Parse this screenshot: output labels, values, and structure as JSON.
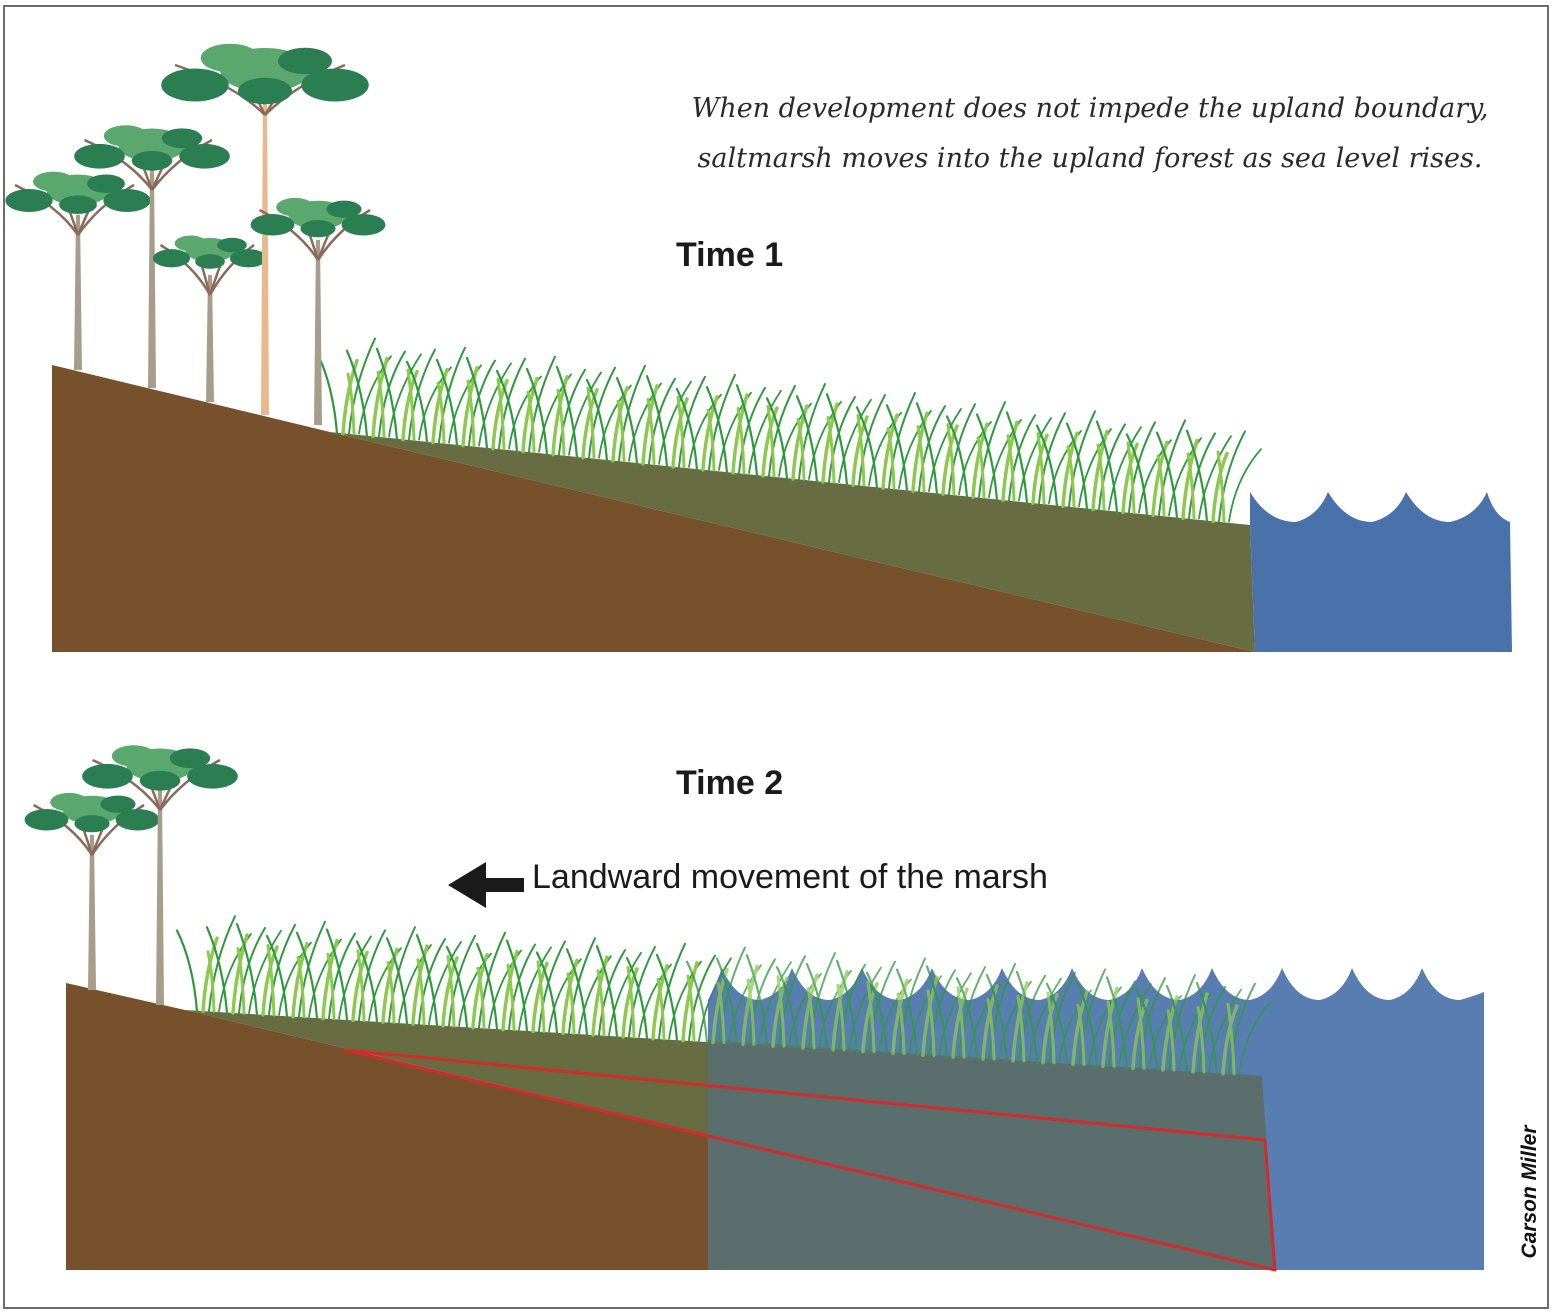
{
  "caption": {
    "line1": "When development does not impede the upland boundary,",
    "line2": "saltmarsh moves into the upland forest as sea level rises."
  },
  "panels": [
    {
      "title": "Time 1"
    },
    {
      "title": "Time 2",
      "annotation": "Landward movement of the marsh",
      "arrow_icon": "arrow-left-icon"
    }
  ],
  "credit": "Carson Miller",
  "colors": {
    "soil": "#76512c",
    "marsh_sediment": "#686c43",
    "water": "#4a72aa",
    "former_marsh_outline": "#d42a2a",
    "grass_dark": "#2e9a3e",
    "grass_light": "#8cc94e",
    "foliage": "#2b7d52",
    "foliage_light": "#5aa86e",
    "trunk": "#a89c8a",
    "frame": "#6b6b6b"
  }
}
